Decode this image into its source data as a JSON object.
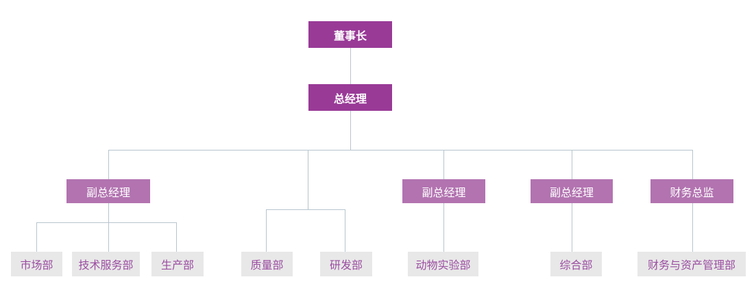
{
  "org_chart": {
    "colors": {
      "page_bg": "#ffffff",
      "executive_box_bg": "#993a97",
      "executive_box_text": "#ffffff",
      "manager_box_bg": "#b273b0",
      "manager_box_text": "#ffffff",
      "department_box_bg": "#e8e8e8",
      "department_box_text": "#9b4da1",
      "connector_line": "#b7c4cd"
    },
    "nodes": {
      "chairman": "董事长",
      "general_manager": "总经理",
      "deputy_gm_1": "副总经理",
      "deputy_gm_2": "副总经理",
      "deputy_gm_3": "副总经理",
      "finance_director": "财务总监",
      "marketing_dept": "市场部",
      "technical_service_dept": "技术服务部",
      "production_dept": "生产部",
      "quality_dept": "质量部",
      "rd_dept": "研发部",
      "animal_lab_dept": "动物实验部",
      "general_affairs_dept": "综合部",
      "finance_asset_mgmt_dept": "财务与资产管理部"
    },
    "hierarchy": {
      "chairman": [
        "general_manager"
      ],
      "general_manager": [
        "deputy_gm_1",
        "quality_rd_branch",
        "deputy_gm_2",
        "deputy_gm_3",
        "finance_director"
      ],
      "deputy_gm_1": [
        "marketing_dept",
        "technical_service_dept",
        "production_dept"
      ],
      "quality_rd_branch": [
        "quality_dept",
        "rd_dept"
      ],
      "deputy_gm_2": [
        "animal_lab_dept"
      ],
      "deputy_gm_3": [
        "general_affairs_dept"
      ],
      "finance_director": [
        "finance_asset_mgmt_dept"
      ]
    }
  }
}
